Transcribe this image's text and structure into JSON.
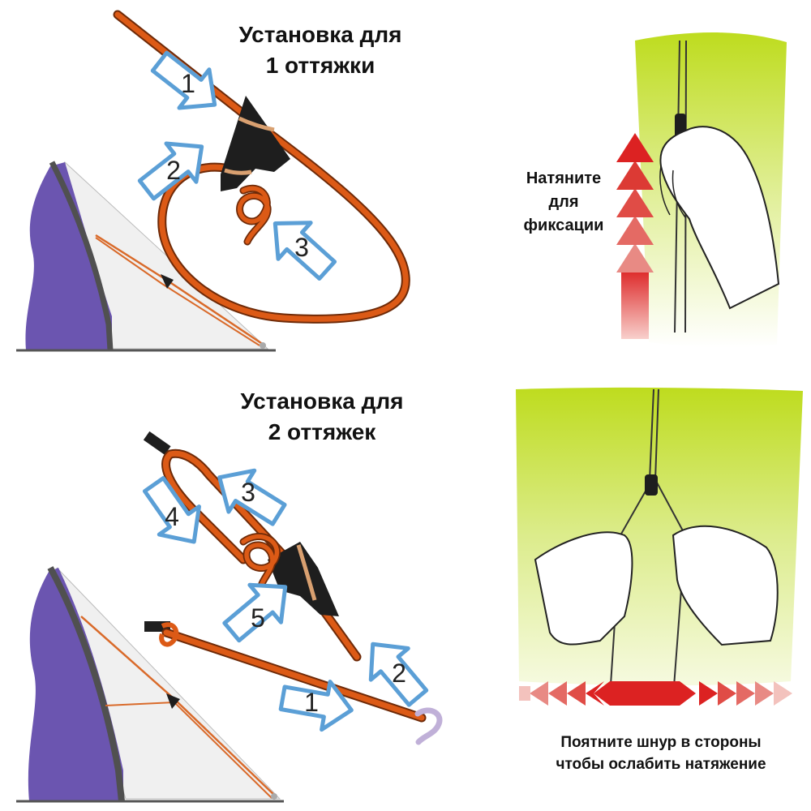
{
  "colors": {
    "rope": "#dc5a16",
    "rope_dark": "#6e2a08",
    "arrow_outline": "#5b9fd6",
    "tent_purple": "#6b55b0",
    "tent_gray": "#5a5a5a",
    "panel_green": "#bedc1e",
    "adjuster": "#1e1e1e",
    "red_arrow": "#dc2222"
  },
  "top_section": {
    "title_line1": "Установка для",
    "title_line2": "1 оттяжки",
    "steps": [
      "1",
      "2",
      "3"
    ],
    "hint_line1": "Натяните",
    "hint_line2": "для",
    "hint_line3": "фиксации"
  },
  "bottom_section": {
    "title_line1": "Установка для",
    "title_line2": "2 оттяжек",
    "steps": [
      "1",
      "2",
      "3",
      "4",
      "5"
    ],
    "hint_line1": "Поятните шнур в стороны",
    "hint_line2": "чтобы ослабить натяжение"
  }
}
